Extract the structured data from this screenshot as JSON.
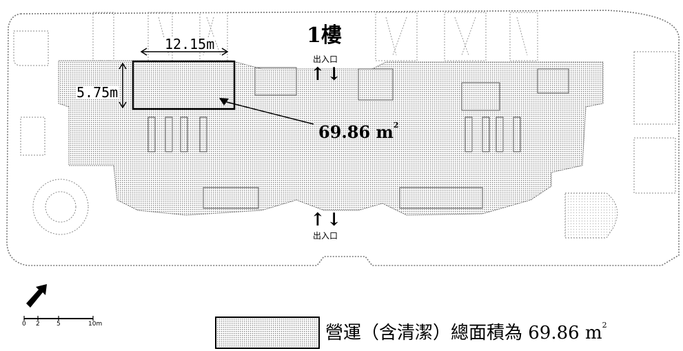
{
  "map": {
    "floor_label": "1樓",
    "width_dimension": "12.15m",
    "height_dimension": "5.75m",
    "area_value": "69.86 m",
    "area_unit_sup": "2",
    "entrances": [
      {
        "label": "出入口"
      },
      {
        "label": "出入口"
      }
    ],
    "arrows_symbol": "↑↓",
    "scale_bar": {
      "ticks": [
        "0",
        "2",
        "5",
        "10m"
      ]
    },
    "legend": {
      "text": "營運（含清潔）總面積為 69.86 m",
      "unit_sup": "2"
    },
    "colors": {
      "stipple": "#c8c8c8",
      "line": "#000000",
      "outline_dashed": "#666666"
    }
  }
}
